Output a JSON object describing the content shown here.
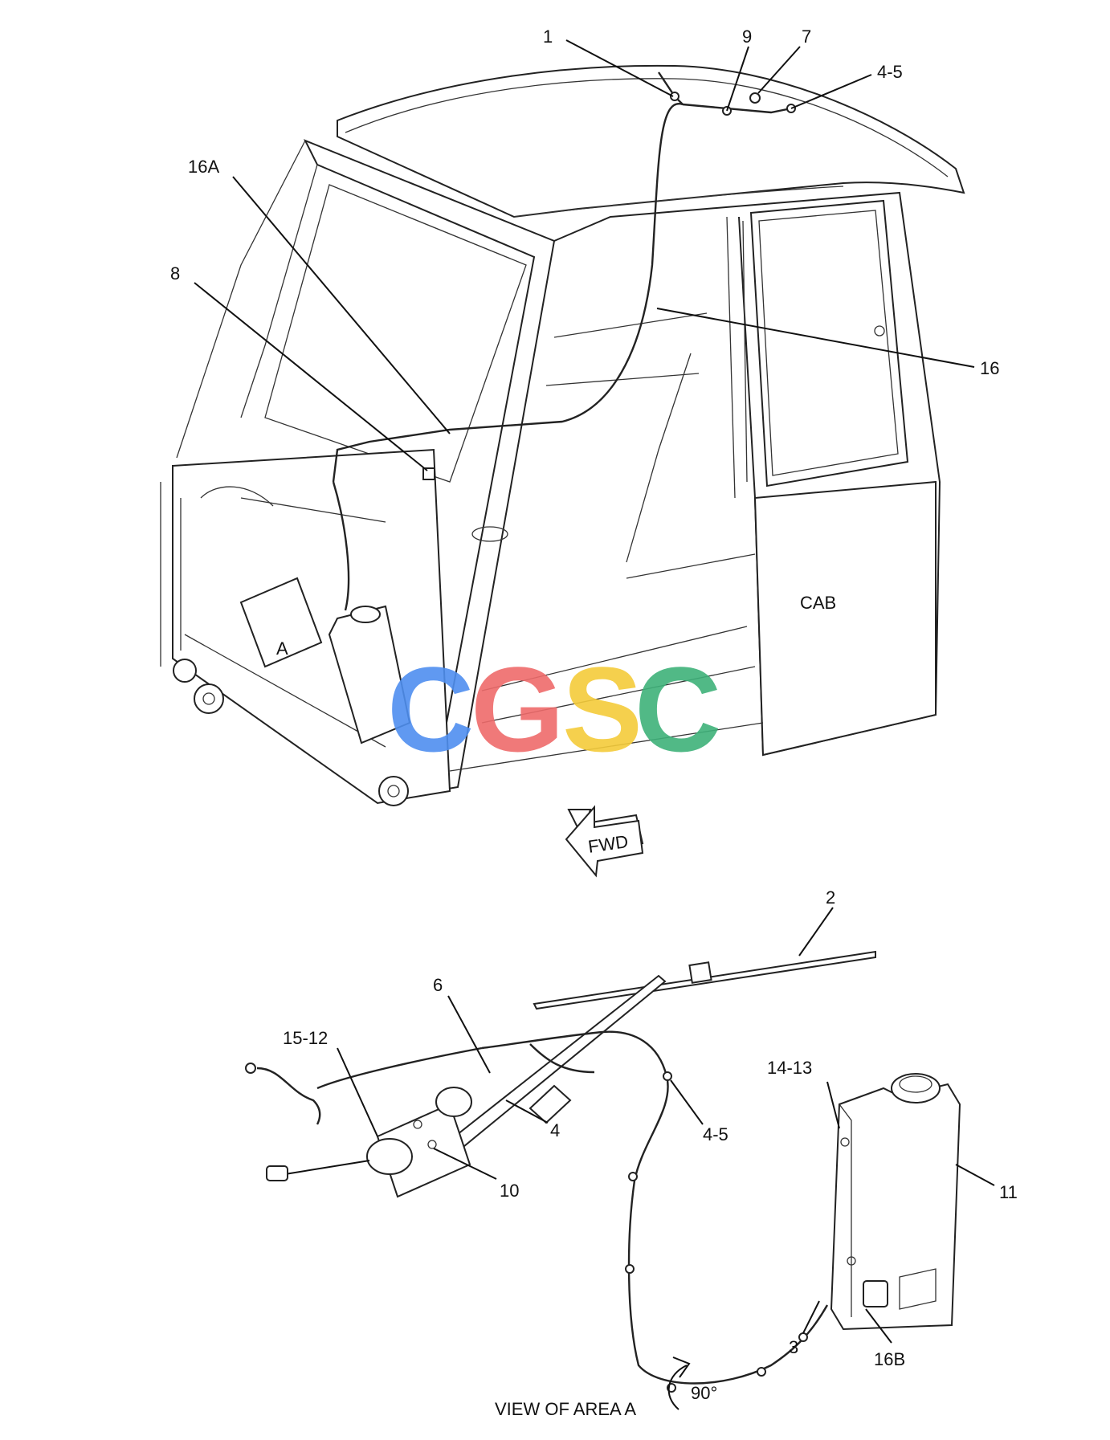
{
  "callouts": {
    "c1": "1",
    "c9": "9",
    "c7": "7",
    "c4_5_top": "4-5",
    "c16a": "16A",
    "c8": "8",
    "c16": "16",
    "c2": "2",
    "c6": "6",
    "c15_12": "15-12",
    "c4": "4",
    "c4_5_bottom": "4-5",
    "c10": "10",
    "c14_13": "14-13",
    "c11": "11",
    "c3": "3",
    "c16b": "16B"
  },
  "text": {
    "cab": "CAB",
    "area_a": "A",
    "fwd": "FWD",
    "view_caption": "VIEW OF AREA A",
    "rotation": "90°"
  },
  "watermark": {
    "letters": [
      "C",
      "G",
      "S",
      "C"
    ],
    "colors": [
      "#4f8ff0",
      "#ef6b6b",
      "#f5cc3a",
      "#3fb27a"
    ]
  }
}
